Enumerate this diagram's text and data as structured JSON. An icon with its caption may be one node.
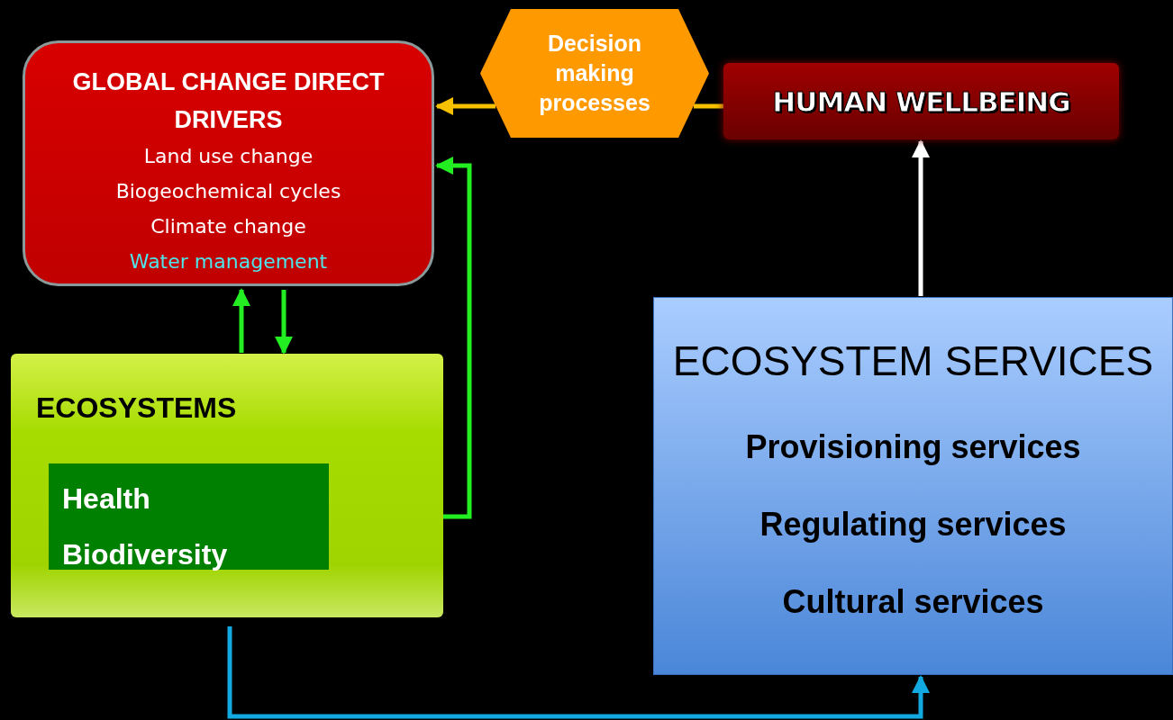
{
  "diagram": {
    "nodes": [
      {
        "text": [
          "GLOBAL CHANGE DIRECT DRIVERS",
          "Land use change",
          "Biogeochemical cycles",
          "Climate change",
          "Water management"
        ]
      },
      {
        "text": [
          "Decision making processes"
        ]
      },
      {
        "text": [
          "HUMAN WELLBEING"
        ]
      },
      {
        "text": [
          "ECOSYSTEMS"
        ]
      },
      {
        "text": [
          "Health",
          "Biodiversity"
        ],
        "in": 3
      },
      {
        "text": [
          "ECOSYSTEM SERVICES",
          "Provisioning services",
          "Regulating services",
          "Cultural services"
        ]
      }
    ],
    "edges": [
      {
        "from": 2,
        "to": 1,
        "arrow": "none",
        "color": "#f7c100"
      },
      {
        "from": 1,
        "to": 0,
        "arrow": "to",
        "color": "#f7c100"
      },
      {
        "from": 3,
        "to": 0,
        "arrow": "to"
      },
      {
        "from": 0,
        "to": 3,
        "arrow": "to"
      },
      {
        "from": 4,
        "to": 0,
        "arrow": "to"
      },
      {
        "from": 3,
        "to": 5,
        "arrow": "to",
        "color": "#12a8e0"
      },
      {
        "from": 5,
        "to": 2,
        "arrow": "to",
        "color": "#ffffff"
      }
    ]
  }
}
